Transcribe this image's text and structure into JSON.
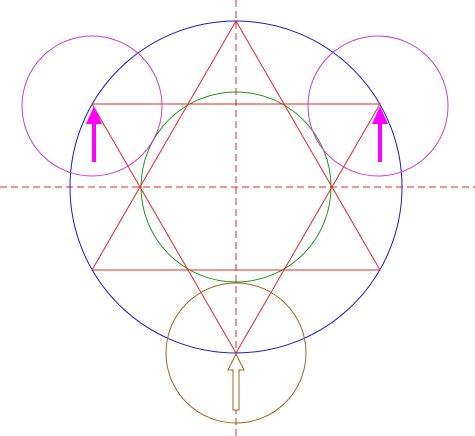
{
  "diagram": {
    "colors": {
      "background": "#ffffff",
      "axis": "#e0282a",
      "outer_circle": "#1a1ad0",
      "inner_circle": "#1f9a1f",
      "triangles": "#e0282a",
      "side_circles": "#d23cd2",
      "bottom_circle": "#a0641e",
      "magenta_arrow": "#ff00ff",
      "hollow_arrow": "#a0641e"
    },
    "shapes": [
      "horizontal-centerline",
      "vertical-centerline",
      "outer-circle",
      "inner-circle",
      "upward-triangle",
      "downward-triangle",
      "left-side-circle",
      "right-side-circle",
      "bottom-circle",
      "left-magenta-arrow",
      "right-magenta-arrow",
      "hollow-bottom-arrow"
    ]
  }
}
